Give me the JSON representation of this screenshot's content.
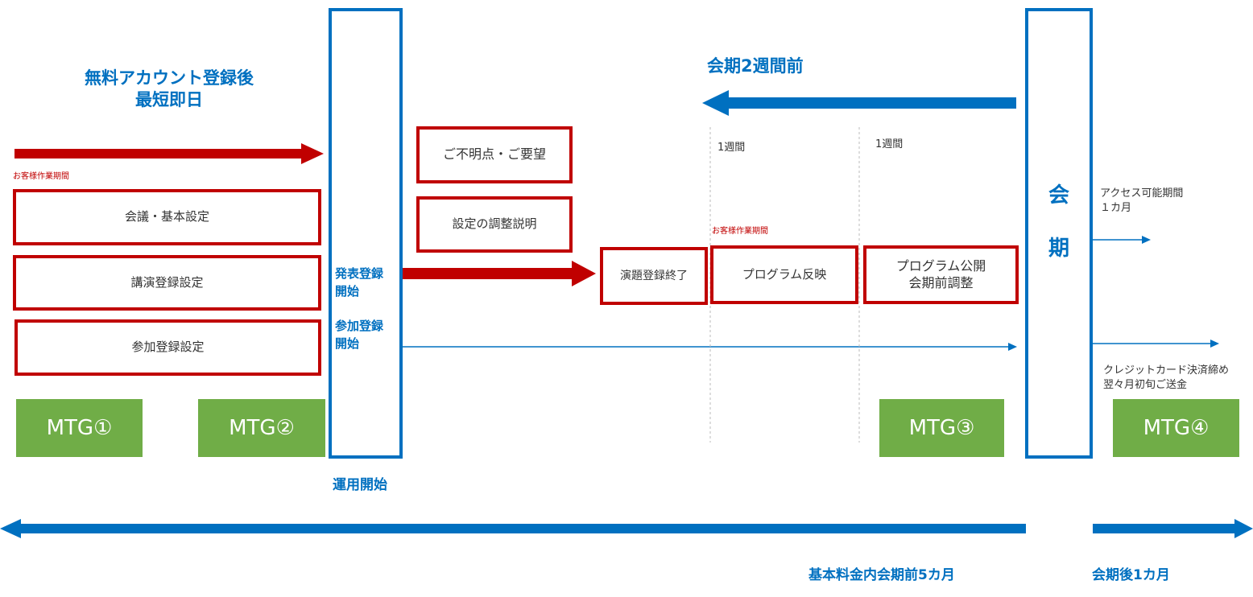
{
  "colors": {
    "accent_blue": "#0070C0",
    "accent_red": "#C00000",
    "mtg_green": "#70AD47"
  },
  "header": {
    "left_title_line1": "無料アカウント登録後",
    "left_title_line2": "最短即日",
    "right_title": "会期2週間前"
  },
  "customer_work_label": "お客様作業期間",
  "setup_boxes": [
    "会議・基本設定",
    "講演登録設定",
    "参加登録設定"
  ],
  "support_boxes": [
    "ご不明点・ご要望",
    "設定の調整説明"
  ],
  "launch_bar": {
    "label1": "発表登録\n開始",
    "label2": "参加登録\n開始",
    "below_label": "運用開始"
  },
  "week_labels": [
    "1週間",
    "1週間"
  ],
  "program_boxes": [
    "演題登録終了",
    "プログラム反映",
    "プログラム公開\n会期前調整"
  ],
  "session_bar": {
    "char1": "会",
    "char2": "期"
  },
  "post_notes": {
    "access": "アクセス可能期間\n１カ月",
    "payment": "クレジットカード決済締め\n翌々月初旬ご送金"
  },
  "meetings": [
    "MTG①",
    "MTG②",
    "MTG③",
    "MTG④"
  ],
  "footer": {
    "pre_period": "基本料金内会期前5カ月",
    "post_period": "会期後1カ月"
  }
}
